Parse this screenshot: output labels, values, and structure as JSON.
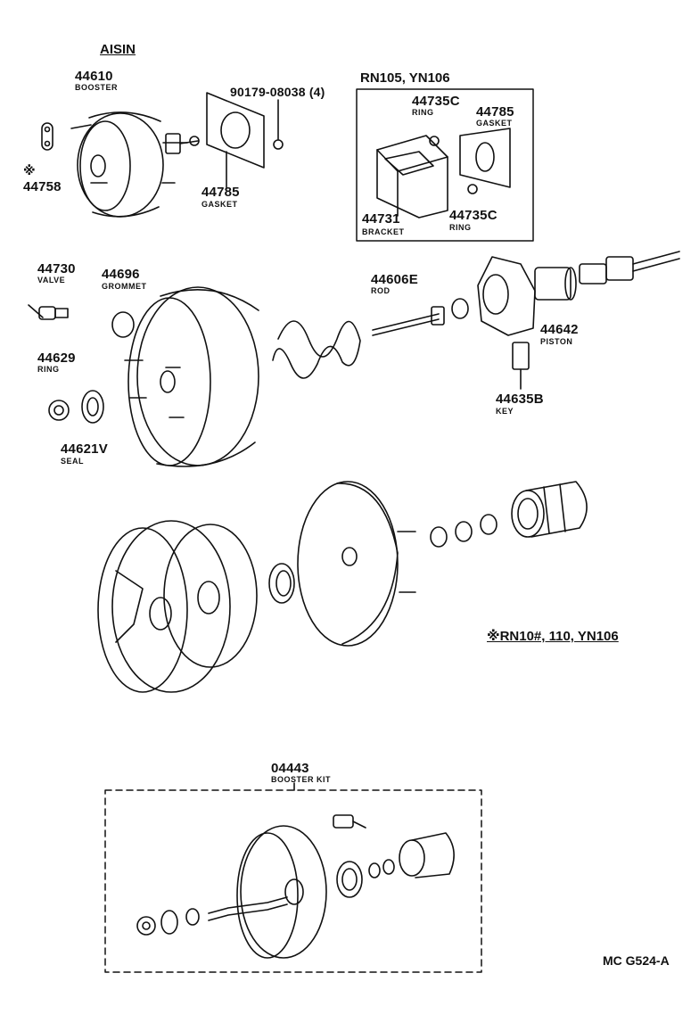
{
  "brand": "AISIN",
  "parts": {
    "booster": {
      "number": "44610",
      "name": "BOOSTER"
    },
    "clevis": {
      "mark": "※",
      "number": "44758"
    },
    "bolt_nut": {
      "number": "90179-08038 (4)"
    },
    "gasket_left": {
      "number": "44785",
      "name": "GASKET"
    },
    "valve": {
      "number": "44730",
      "name": "VALVE"
    },
    "grommet": {
      "number": "44696",
      "name": "GROMMET"
    },
    "rod": {
      "number": "44606E",
      "name": "ROD"
    },
    "piston": {
      "number": "44642",
      "name": "PISTON"
    },
    "key": {
      "number": "44635B",
      "name": "KEY"
    },
    "ring_left": {
      "number": "44629",
      "name": "RING"
    },
    "seal": {
      "number": "44621V",
      "name": "SEAL"
    },
    "kit": {
      "number": "04443",
      "name": "BOOSTER KIT"
    }
  },
  "inset": {
    "title": "RN105, YN106",
    "ring_top": {
      "number": "44735C",
      "name": "RING"
    },
    "gasket": {
      "number": "44785",
      "name": "GASKET"
    },
    "bracket": {
      "number": "44731",
      "name": "BRACKET"
    },
    "ring_bottom": {
      "number": "44735C",
      "name": "RING"
    }
  },
  "model_note": "※RN10#, 110, YN106",
  "figure_code": "MC G524-A"
}
